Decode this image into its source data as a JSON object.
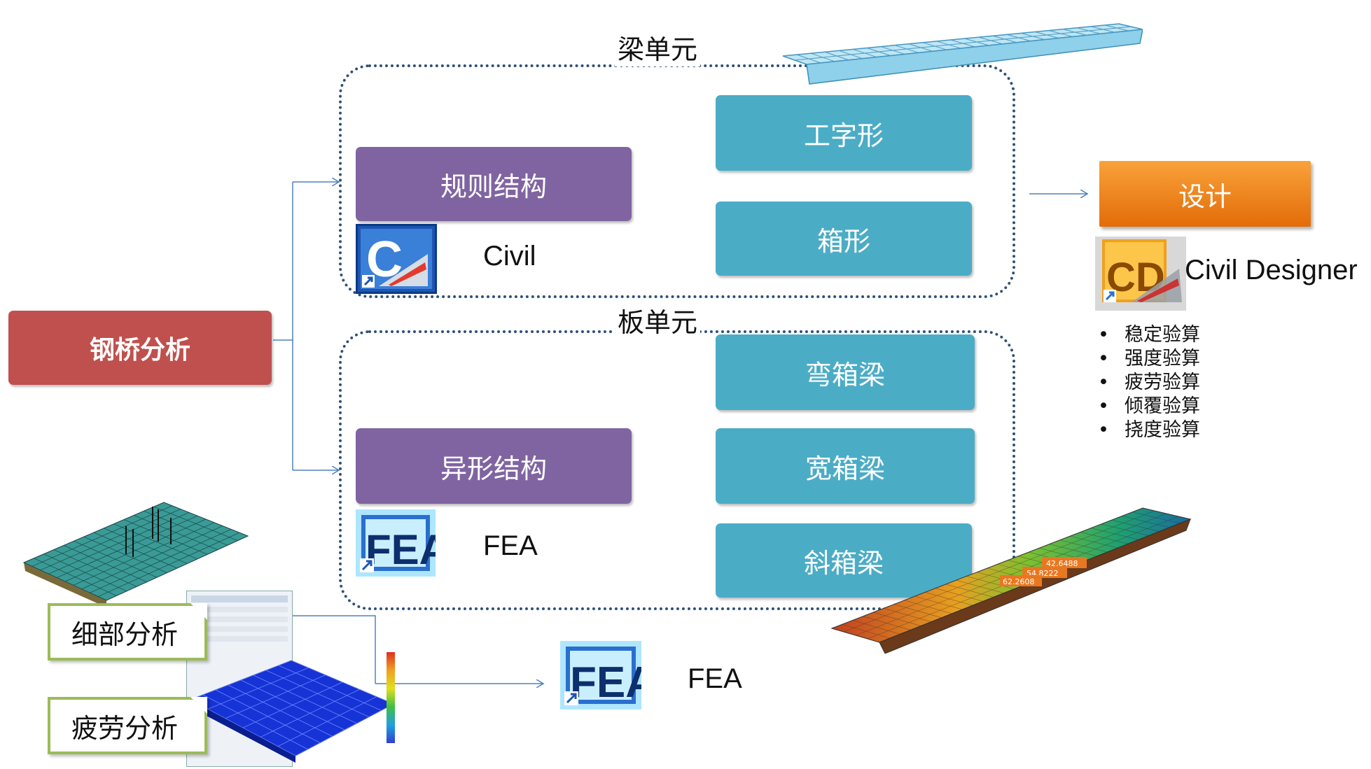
{
  "root": {
    "label": "钢桥分析"
  },
  "beam_section": {
    "label": "梁单元",
    "regular_box": "规则结构",
    "software": "Civil",
    "shapes": [
      "工字形",
      "箱形"
    ]
  },
  "plate_section": {
    "label": "板单元",
    "irregular_box": "异形结构",
    "software": "FEA",
    "shapes": [
      "弯箱梁",
      "宽箱梁",
      "斜箱梁"
    ]
  },
  "design": {
    "label": "设计",
    "software": "Civil Designer",
    "checks": [
      "稳定验算",
      "强度验算",
      "疲劳验算",
      "倾覆验算",
      "挠度验算"
    ]
  },
  "detail": {
    "labels": [
      "细部分析",
      "疲劳分析"
    ],
    "software": "FEA"
  },
  "icons": {
    "civil": "midas-civil-icon",
    "fea": "midas-fea-icon",
    "designer": "civil-designer-icon"
  },
  "contour_values": [
    "42.6488",
    "54.8222",
    "62.2608"
  ],
  "colors": {
    "teal": "#4bacc6",
    "purple": "#8064a2",
    "red": "#c0504d",
    "orange": "#f79646",
    "green_border": "#9bbb59",
    "dotted": "#2e5078",
    "arrow": "#4f81bd"
  }
}
